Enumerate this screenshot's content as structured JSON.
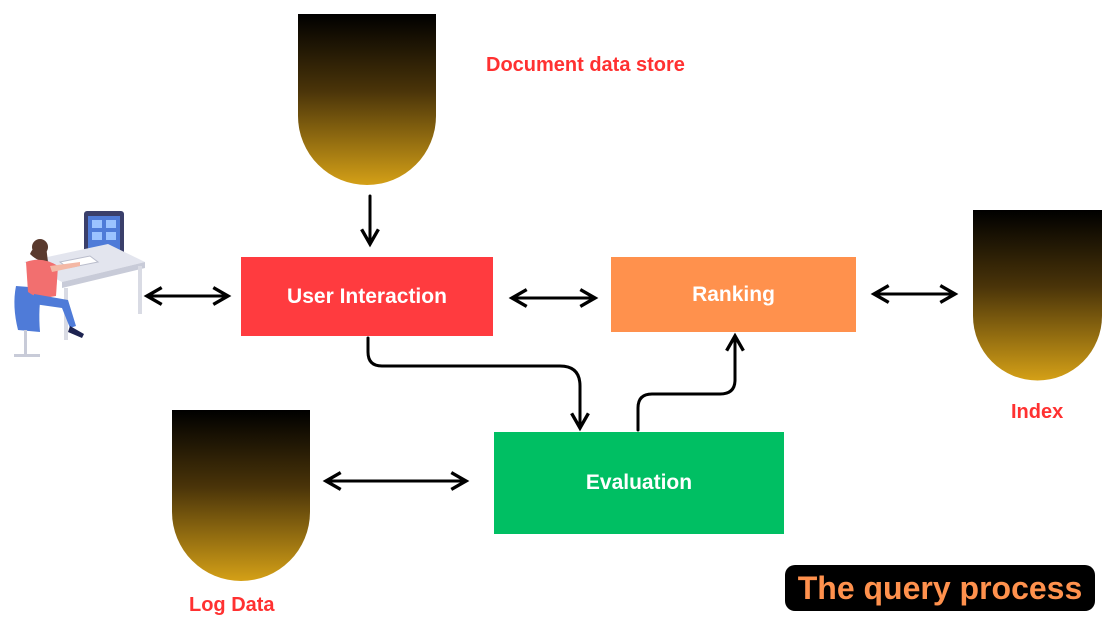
{
  "nodes": {
    "user_interaction": "User Interaction",
    "ranking": "Ranking",
    "evaluation": "Evaluation"
  },
  "data_stores": {
    "document": "Document data store",
    "index": "Index",
    "log": "Log Data"
  },
  "title": "The query process",
  "colors": {
    "user_interaction": "#ff3b3f",
    "ranking": "#ff914d",
    "evaluation": "#00bf63",
    "store_label": "#ff3131",
    "store_gradient_top": "#000000",
    "store_gradient_bottom": "#d4a017",
    "title_text": "#ff914d"
  },
  "icons": {
    "user": "user-at-computer-illustration"
  }
}
